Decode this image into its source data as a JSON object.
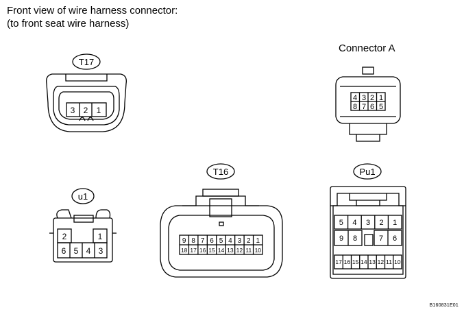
{
  "title": {
    "line1": "Front view of wire harness connector:",
    "line2": "(to front seat wire harness)"
  },
  "connectors": {
    "t17": {
      "label": "T17",
      "pins": [
        "3",
        "2",
        "1"
      ]
    },
    "a": {
      "label": "Connector A",
      "row1": [
        "4",
        "3",
        "2",
        "1"
      ],
      "row2": [
        "8",
        "7",
        "6",
        "5"
      ]
    },
    "u1": {
      "label": "u1",
      "row1": [
        "2",
        "1"
      ],
      "row2": [
        "6",
        "5",
        "4",
        "3"
      ]
    },
    "t16": {
      "label": "T16",
      "row1": [
        "9",
        "8",
        "7",
        "6",
        "5",
        "4",
        "3",
        "2",
        "1"
      ],
      "row2": [
        "18",
        "17",
        "16",
        "15",
        "14",
        "13",
        "12",
        "11",
        "10"
      ]
    },
    "pu1": {
      "label": "Pu1",
      "row1": [
        "5",
        "4",
        "3",
        "2",
        "1"
      ],
      "row2": [
        "9",
        "8",
        "7",
        "6"
      ],
      "row3": [
        "17",
        "16",
        "15",
        "14",
        "13",
        "12",
        "11",
        "10"
      ]
    }
  },
  "figure_code": "B160831E01"
}
